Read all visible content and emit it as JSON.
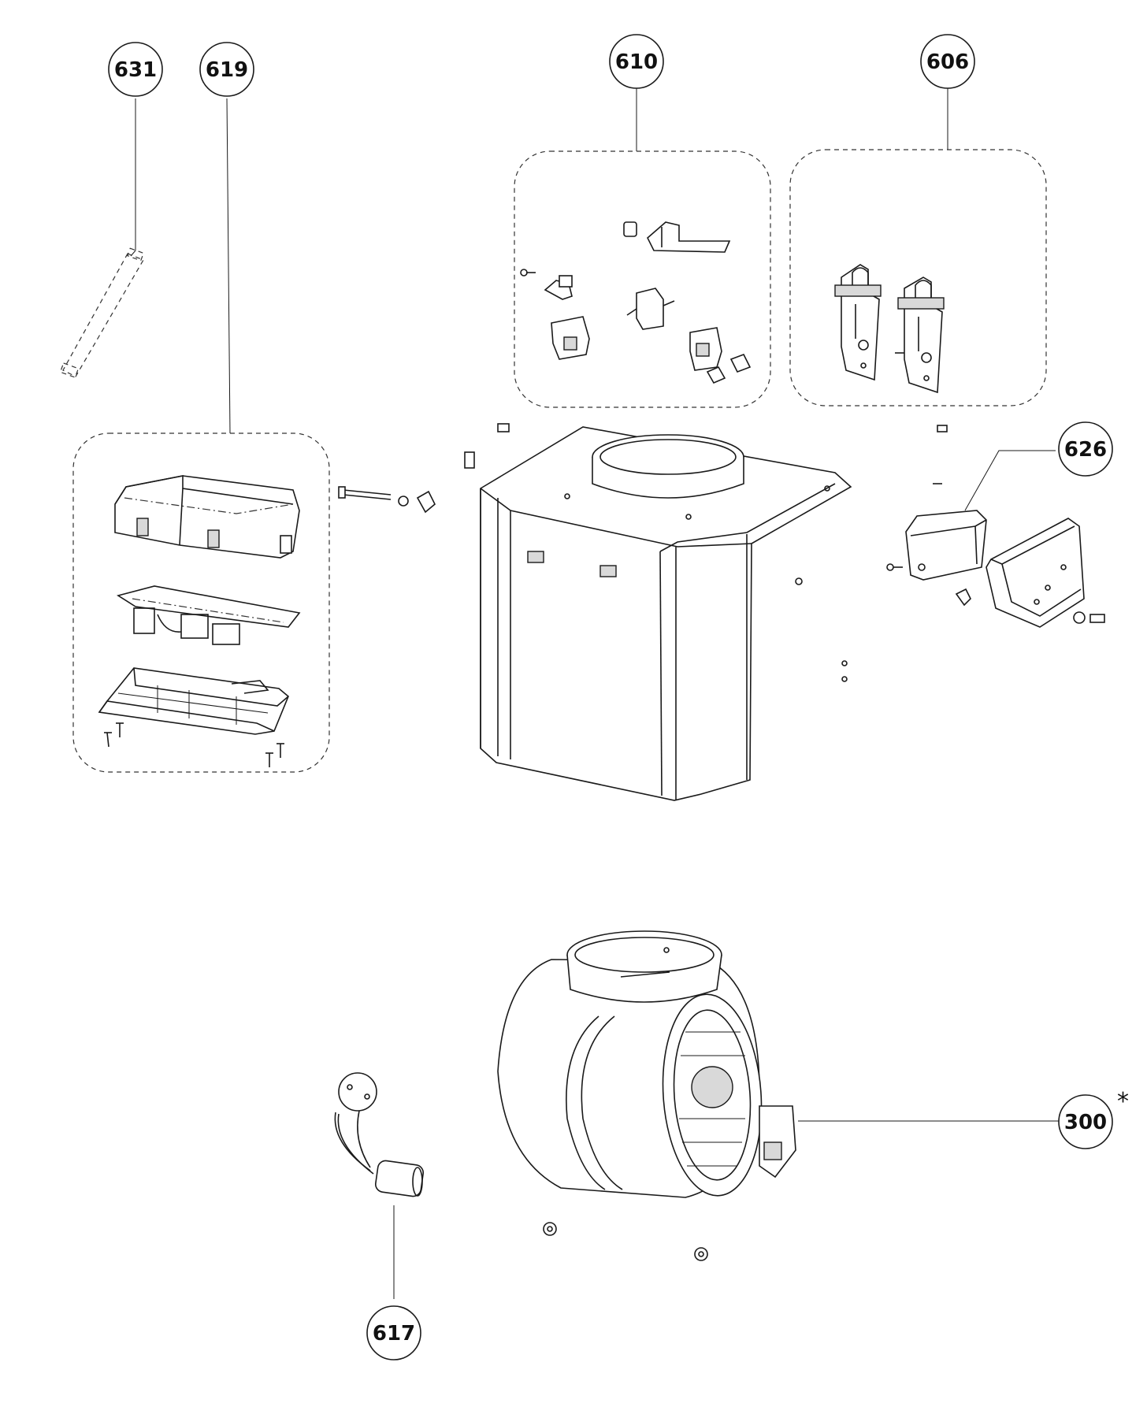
{
  "callouts": [
    {
      "id": "631",
      "label": "631"
    },
    {
      "id": "619",
      "label": "619"
    },
    {
      "id": "610",
      "label": "610"
    },
    {
      "id": "606",
      "label": "606"
    },
    {
      "id": "626",
      "label": "626"
    },
    {
      "id": "300",
      "label": "300",
      "note": "*"
    },
    {
      "id": "617",
      "label": "617"
    }
  ]
}
